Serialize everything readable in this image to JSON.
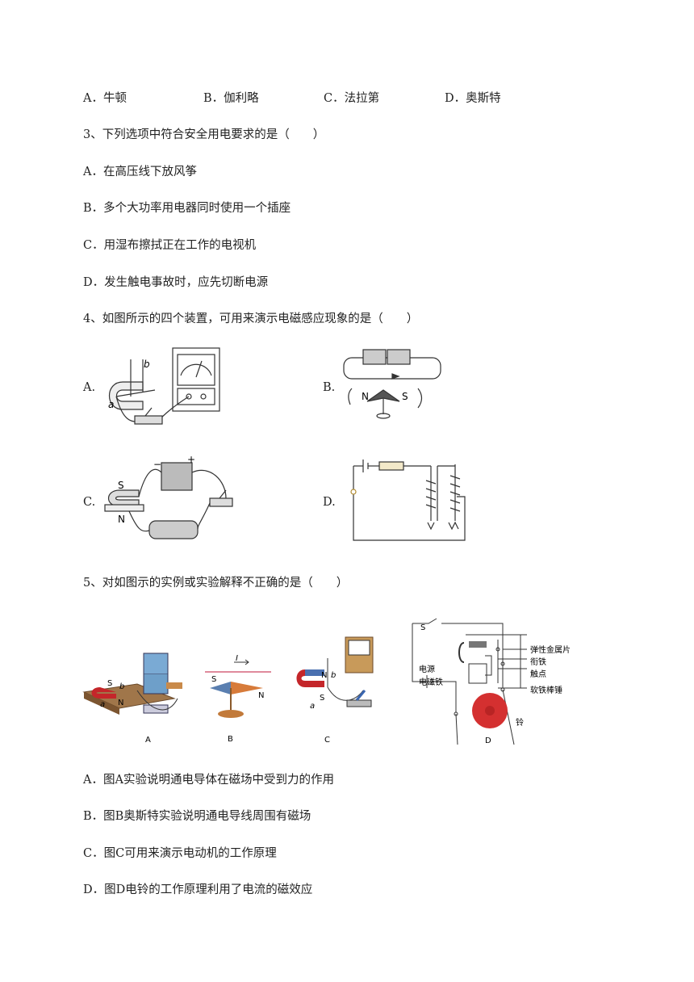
{
  "q2": {
    "options": [
      "A．牛顿",
      "B．伽利略",
      "C．法拉第",
      "D．奥斯特"
    ]
  },
  "q3": {
    "stem": "3、下列选项中符合安全用电要求的是（　　）",
    "options": [
      "A．在高压线下放风筝",
      "B．多个大功率用电器同时使用一个插座",
      "C．用湿布擦拭正在工作的电视机",
      "D．发生触电事故时，应先切断电源"
    ]
  },
  "q4": {
    "stem": "4、如图所示的四个装置，可用来演示电磁感应现象的是（　　）",
    "fig_labels": [
      "A.",
      "B.",
      "C.",
      "D."
    ],
    "figA": {
      "a": "a",
      "b": "b"
    },
    "figB": {
      "n": "N",
      "s": "S"
    },
    "figC": {
      "s": "S",
      "n": "N",
      "minus": "−",
      "plus": "+"
    }
  },
  "q5": {
    "stem": "5、对如图示的实例或实验解释不正确的是（　　）",
    "figA": {
      "caption": "A",
      "s": "S",
      "n": "N",
      "b": "b",
      "a": "a"
    },
    "figB": {
      "caption": "B",
      "i": "I",
      "s": "S",
      "n": "N"
    },
    "figC": {
      "caption": "C",
      "n": "N",
      "b": "b",
      "a": "a",
      "s": "S"
    },
    "figD": {
      "caption": "D",
      "s": "S",
      "labels": [
        "弹性金属片",
        "衔铁",
        "触点",
        "软铁棒锤",
        "铃",
        "电源",
        "电磁铁"
      ]
    },
    "options": [
      "A．图A实验说明通电导体在磁场中受到力的作用",
      "B．图B奥斯特实验说明通电导线周围有磁场",
      "C．图C可用来演示电动机的工作原理",
      "D．图D电铃的工作原理利用了电流的磁效应"
    ]
  }
}
